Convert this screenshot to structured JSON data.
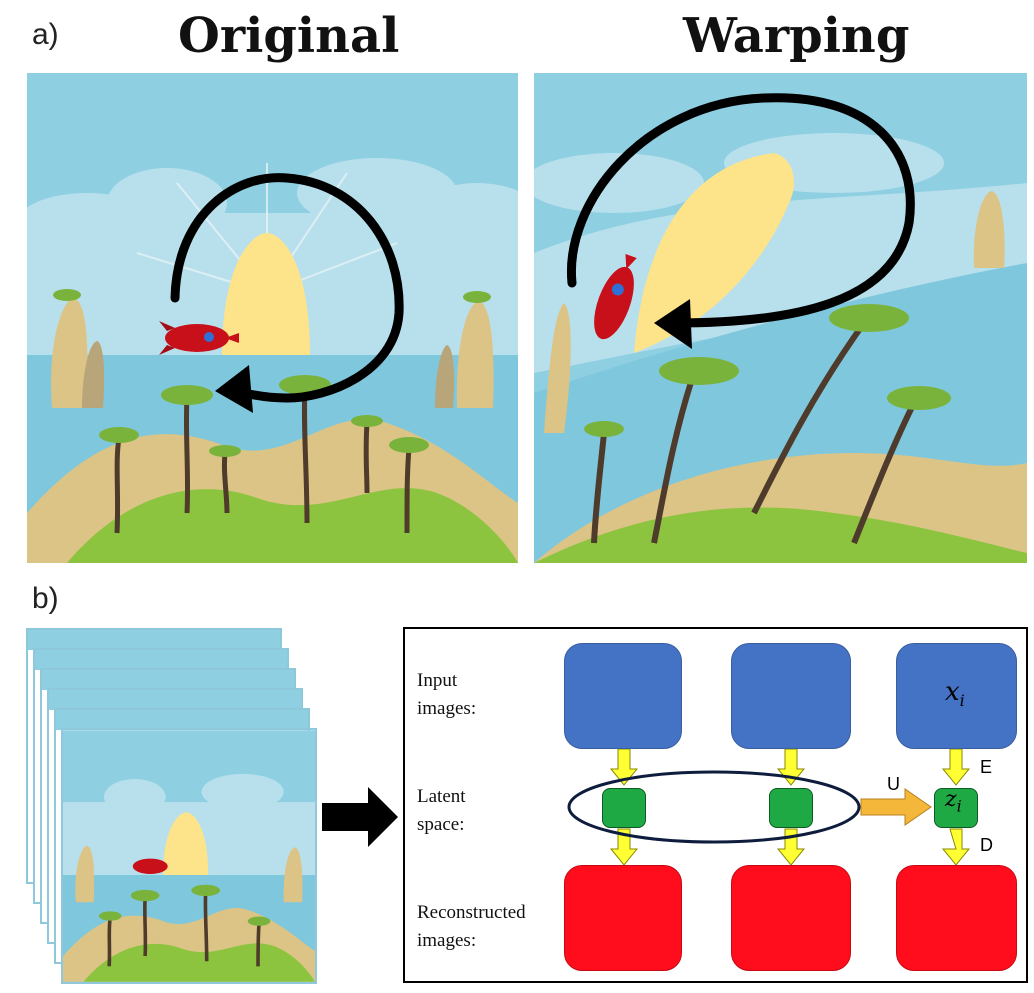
{
  "panel_a": {
    "letter": "a)",
    "left_title": "Original",
    "right_title": "Warping"
  },
  "panel_b": {
    "letter": "b)",
    "row_labels": {
      "input": [
        "Input",
        "images:"
      ],
      "latent": [
        "Latent",
        "space:"
      ],
      "reconstructed": [
        "Reconstructed",
        "images:"
      ]
    },
    "x_var": "x",
    "x_sub": "i",
    "z_var": "z",
    "z_sub": "i",
    "encoder_label": "E",
    "decoder_label": "D",
    "update_label": "U"
  },
  "colors": {
    "input_block": "#4472c4",
    "latent_block": "#1fa945",
    "reconstructed_block": "#ff0d1d",
    "encode_arrow": "#ffff33",
    "update_arrow": "#f4b73a",
    "sky": "#8ecfe2",
    "sun": "#fde38a",
    "sand": "#dcc486",
    "grass": "#8cc43f"
  }
}
